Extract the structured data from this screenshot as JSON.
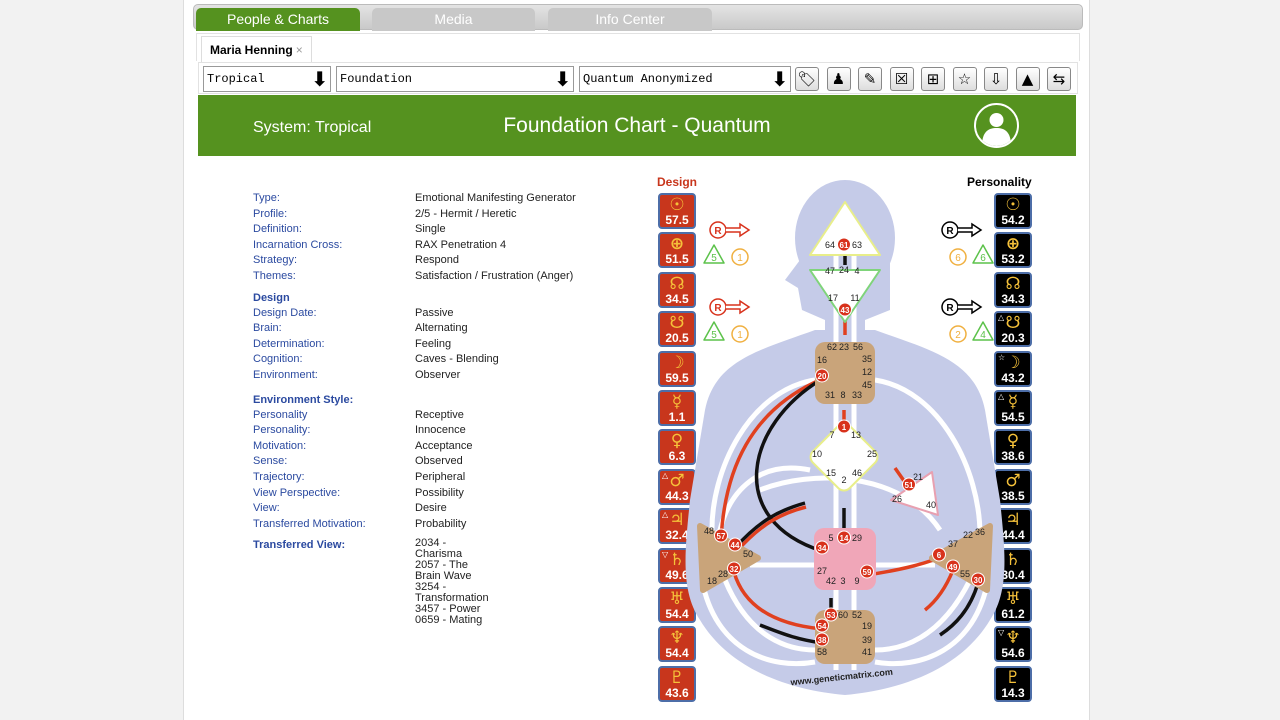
{
  "tabs": [
    "People & Charts",
    "Media",
    "Info Center"
  ],
  "person_tab": {
    "name": "Maria Henning",
    "close": "×"
  },
  "toolbar": {
    "selects": [
      "Tropical",
      "Foundation",
      "Quantum Anonymized"
    ],
    "buttons": [
      {
        "name": "tag-icon",
        "glyph": "🏷"
      },
      {
        "name": "person-icon",
        "glyph": "♟"
      },
      {
        "name": "pencil-icon",
        "glyph": "✎"
      },
      {
        "name": "delete-icon",
        "glyph": "☒"
      },
      {
        "name": "add-note-icon",
        "glyph": "⊞"
      },
      {
        "name": "star-icon",
        "glyph": "☆"
      },
      {
        "name": "pdf-download-icon",
        "glyph": "⇩"
      },
      {
        "name": "image-icon",
        "glyph": "▲"
      },
      {
        "name": "swap-icon",
        "glyph": "⇆"
      }
    ]
  },
  "header": {
    "system": "System: Tropical",
    "title": "Foundation Chart - Quantum"
  },
  "info": {
    "rows": [
      [
        "Type:",
        "Emotional Manifesting Generator"
      ],
      [
        "Profile:",
        "2/5 - Hermit / Heretic"
      ],
      [
        "Definition:",
        "Single"
      ],
      [
        "Incarnation Cross:",
        "RAX Penetration 4"
      ],
      [
        "Strategy:",
        "Respond"
      ],
      [
        "Themes:",
        "Satisfaction / Frustration (Anger)"
      ]
    ],
    "design_heading": "Design",
    "design_rows": [
      [
        "Design Date:",
        "Passive"
      ],
      [
        "Brain:",
        "Alternating"
      ],
      [
        "Determination:",
        "Feeling"
      ],
      [
        "Cognition:",
        "Caves - Blending"
      ],
      [
        "Environment:",
        "Observer"
      ]
    ],
    "env_heading": "Environment Style:",
    "env_rows": [
      [
        "Personality",
        "Receptive"
      ],
      [
        "Personality:",
        "Innocence"
      ],
      [
        "Motivation:",
        "Acceptance"
      ],
      [
        "Sense:",
        "Observed"
      ],
      [
        "Trajectory:",
        "Peripheral"
      ],
      [
        "View Perspective:",
        "Possibility"
      ],
      [
        "View:",
        "Desire"
      ],
      [
        "Transferred Motivation:",
        "Probability"
      ]
    ],
    "tv_label": "Transferred View:",
    "tv_values": [
      "2034 - Charisma",
      "2057 - The Brain Wave",
      "3254 - Transformation",
      "3457 - Power",
      "0659 - Mating"
    ]
  },
  "chart": {
    "design_label": "Design",
    "personality_label": "Personality",
    "design": [
      [
        "☉",
        "57.5",
        ""
      ],
      [
        "⊕",
        "51.5",
        ""
      ],
      [
        "☊",
        "34.5",
        ""
      ],
      [
        "☋",
        "20.5",
        ""
      ],
      [
        "☽",
        "59.5",
        ""
      ],
      [
        "☿",
        "1.1",
        ""
      ],
      [
        "♀",
        "6.3",
        ""
      ],
      [
        "♂",
        "44.3",
        "△"
      ],
      [
        "♃",
        "32.4",
        "△"
      ],
      [
        "♄",
        "49.6",
        "▽"
      ],
      [
        "♅",
        "54.4",
        ""
      ],
      [
        "♆",
        "54.4",
        ""
      ],
      [
        "♇",
        "43.6",
        ""
      ]
    ],
    "personality": [
      [
        "☉",
        "54.2",
        ""
      ],
      [
        "⊕",
        "53.2",
        ""
      ],
      [
        "☊",
        "34.3",
        ""
      ],
      [
        "☋",
        "20.3",
        "△"
      ],
      [
        "☽",
        "43.2",
        "☆"
      ],
      [
        "☿",
        "54.5",
        "△"
      ],
      [
        "♀",
        "38.6",
        ""
      ],
      [
        "♂",
        "38.5",
        ""
      ],
      [
        "♃",
        "44.4",
        ""
      ],
      [
        "♄",
        "30.4",
        ""
      ],
      [
        "♅",
        "61.2",
        ""
      ],
      [
        "♆",
        "54.6",
        "▽"
      ],
      [
        "♇",
        "14.3",
        ""
      ]
    ],
    "variables": {
      "design_top": [
        "R",
        "5",
        "1"
      ],
      "design_bottom": [
        "R",
        "5",
        "1"
      ],
      "pers_top": [
        "R",
        "6",
        "6"
      ],
      "pers_bottom": [
        "R",
        "2",
        "4"
      ]
    },
    "gates": [
      [
        "64",
        0
      ],
      [
        "61",
        1
      ],
      [
        "63",
        0
      ],
      [
        "47",
        0
      ],
      [
        "24",
        0
      ],
      [
        "4",
        0
      ],
      [
        "17",
        0
      ],
      [
        "11",
        0
      ],
      [
        "43",
        1
      ],
      [
        "62",
        0
      ],
      [
        "23",
        0
      ],
      [
        "56",
        0
      ],
      [
        "16",
        0
      ],
      [
        "35",
        0
      ],
      [
        "20",
        1
      ],
      [
        "12",
        0
      ],
      [
        "45",
        0
      ],
      [
        "31",
        0
      ],
      [
        "8",
        0
      ],
      [
        "33",
        0
      ],
      [
        "1",
        1
      ],
      [
        "7",
        0
      ],
      [
        "13",
        0
      ],
      [
        "10",
        0
      ],
      [
        "25",
        0
      ],
      [
        "15",
        0
      ],
      [
        "46",
        0
      ],
      [
        "2",
        0
      ],
      [
        "21",
        0
      ],
      [
        "51",
        1
      ],
      [
        "26",
        0
      ],
      [
        "40",
        0
      ],
      [
        "5",
        0
      ],
      [
        "14",
        1
      ],
      [
        "29",
        0
      ],
      [
        "34",
        1
      ],
      [
        "59",
        1
      ],
      [
        "27",
        0
      ],
      [
        "42",
        0
      ],
      [
        "3",
        0
      ],
      [
        "9",
        0
      ],
      [
        "48",
        0
      ],
      [
        "57",
        1
      ],
      [
        "44",
        1
      ],
      [
        "50",
        0
      ],
      [
        "32",
        1
      ],
      [
        "28",
        0
      ],
      [
        "18",
        0
      ],
      [
        "36",
        0
      ],
      [
        "22",
        0
      ],
      [
        "37",
        0
      ],
      [
        "6",
        1
      ],
      [
        "49",
        1
      ],
      [
        "55",
        0
      ],
      [
        "30",
        1
      ],
      [
        "53",
        1
      ],
      [
        "60",
        0
      ],
      [
        "52",
        0
      ],
      [
        "54",
        1
      ],
      [
        "19",
        0
      ],
      [
        "38",
        1
      ],
      [
        "39",
        0
      ],
      [
        "58",
        0
      ],
      [
        "41",
        0
      ]
    ],
    "watermark": "www.geneticmatrix.com",
    "colors": {
      "design": "#c8361c",
      "personality": "#000000",
      "green": "#55921f",
      "body": "#c5cbe8"
    }
  }
}
